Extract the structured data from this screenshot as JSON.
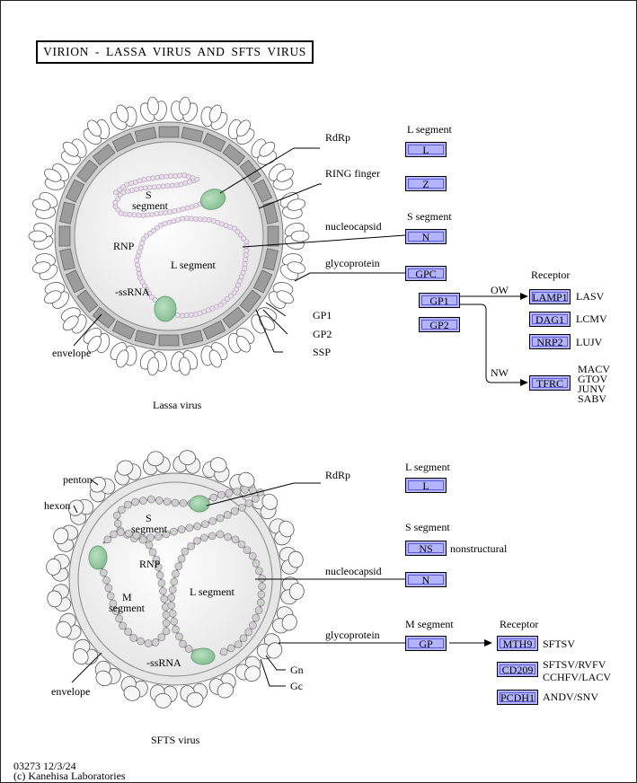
{
  "title": "VIRION - LASSA VIRUS AND SFTS VIRUS",
  "lassa": {
    "caption": "Lassa virus",
    "labels": {
      "rdrp": "RdRp",
      "ring_finger": "RING finger",
      "nucleocapsid": "nucleocapsid",
      "glycoprotein": "glycoprotein",
      "s_segment_inner_1": "S",
      "s_segment_inner_2": "segment",
      "rnp": "RNP",
      "l_segment_inner": "L segment",
      "ssrna": "-ssRNA",
      "envelope": "envelope",
      "gp1": "GP1",
      "gp2": "GP2",
      "ssp": "SSP"
    },
    "segment_labels": {
      "l": "L segment",
      "s": "S segment"
    },
    "genes": {
      "L": "L",
      "Z": "Z",
      "N": "N",
      "GPC": "GPC",
      "GP1": "GP1",
      "GP2": "GP2"
    },
    "arrows": {
      "ow": "OW",
      "nw": "NW"
    },
    "receptor_header": "Receptor",
    "receptors": [
      {
        "gene": "LAMP1",
        "virus": "LASV"
      },
      {
        "gene": "DAG1",
        "virus": "LCMV"
      },
      {
        "gene": "NRP2",
        "virus": "LUJV"
      },
      {
        "gene": "TFRC",
        "virus_lines": [
          "MACV",
          "GTOV",
          "JUNV",
          "SABV"
        ]
      }
    ]
  },
  "sfts": {
    "caption": "SFTS virus",
    "labels": {
      "penton": "penton",
      "hexon": "hexon",
      "rdrp": "RdRp",
      "nucleocapsid": "nucleocapsid",
      "glycoprotein": "glycoprotein",
      "s_segment_inner_1": "S",
      "s_segment_inner_2": "segment",
      "rnp": "RNP",
      "l_segment_inner": "L segment",
      "m_segment_inner_1": "M",
      "m_segment_inner_2": "segment",
      "ssrna": "-ssRNA",
      "envelope": "envelope",
      "gn": "Gn",
      "gc": "Gc",
      "nonstructural": "nonstructural"
    },
    "segment_labels": {
      "l": "L segment",
      "s": "S segment",
      "m": "M segment"
    },
    "genes": {
      "L": "L",
      "NS": "NS",
      "N": "N",
      "GP": "GP"
    },
    "receptor_header": "Receptor",
    "receptors": [
      {
        "gene": "MTH9",
        "virus_lines": [
          "SFTSV"
        ]
      },
      {
        "gene": "CD209",
        "virus_lines": [
          "SFTSV/RVFV",
          "CCHFV/LACV"
        ]
      },
      {
        "gene": "PCDH1",
        "virus_lines": [
          "ANDV/SNV"
        ]
      }
    ]
  },
  "footer": {
    "code_date": "03273 12/3/24",
    "copyright": "(c) Kanehisa Laboratories"
  },
  "colors": {
    "gene_box": "#b3b3ff",
    "polymerase_green": "#8fc79a",
    "rna_purple": "#b050c0",
    "shell_gray": "#a6a6a6"
  }
}
